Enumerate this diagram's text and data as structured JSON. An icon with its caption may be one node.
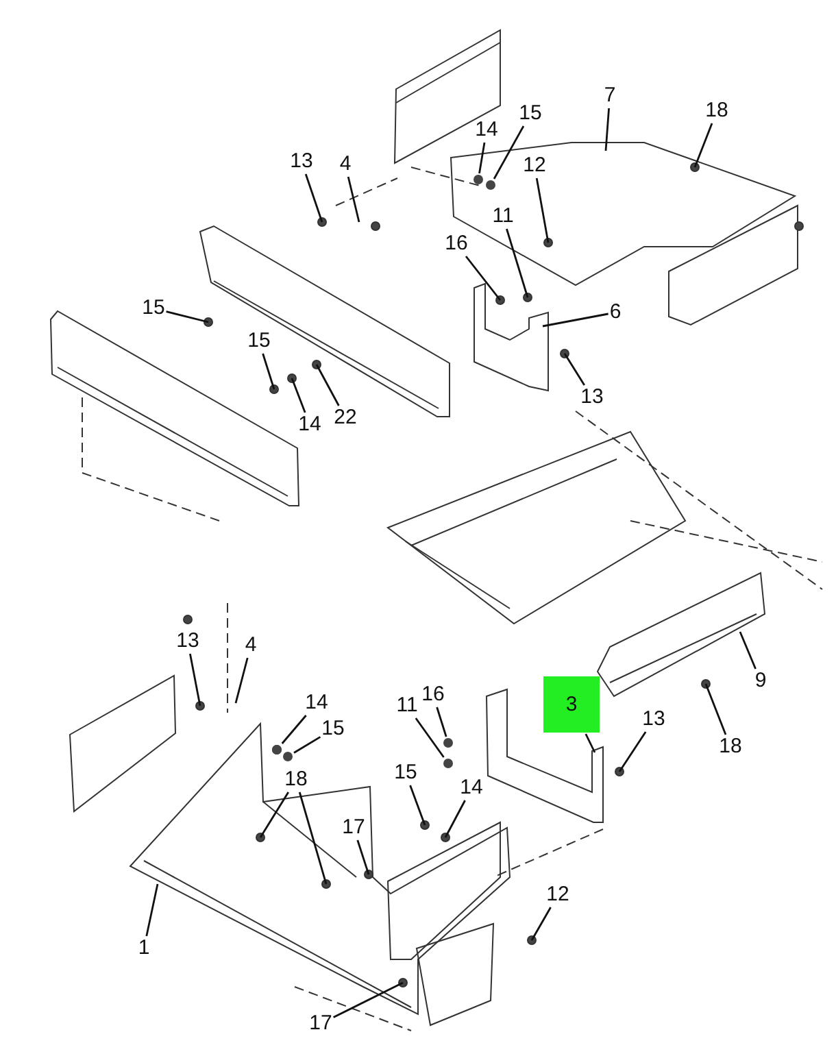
{
  "diagram": {
    "nodes": [
      {
        "text": [
          "15"
        ]
      },
      {
        "text": [
          "14"
        ]
      },
      {
        "text": [
          "7"
        ]
      },
      {
        "text": [
          "18"
        ]
      },
      {
        "text": [
          "13"
        ]
      },
      {
        "text": [
          "4"
        ]
      },
      {
        "text": [
          "12"
        ]
      },
      {
        "text": [
          "11"
        ]
      },
      {
        "text": [
          "16"
        ]
      },
      {
        "text": [
          "6"
        ]
      },
      {
        "text": [
          "15"
        ]
      },
      {
        "text": [
          "13"
        ]
      },
      {
        "text": [
          "15"
        ]
      },
      {
        "text": [
          "14"
        ]
      },
      {
        "text": [
          "22"
        ]
      },
      {
        "text": [
          "13"
        ]
      },
      {
        "text": [
          "4"
        ]
      },
      {
        "text": [
          "14"
        ]
      },
      {
        "text": [
          "15"
        ]
      },
      {
        "text": [
          "16"
        ]
      },
      {
        "text": [
          "11"
        ]
      },
      {
        "text": [
          "3"
        ]
      },
      {
        "text": [
          "13"
        ]
      },
      {
        "text": [
          "9"
        ]
      },
      {
        "text": [
          "18"
        ]
      },
      {
        "text": [
          "15"
        ]
      },
      {
        "text": [
          "14"
        ]
      },
      {
        "text": [
          "18"
        ]
      },
      {
        "text": [
          "17"
        ]
      },
      {
        "text": [
          "12"
        ]
      },
      {
        "text": [
          "1"
        ]
      },
      {
        "text": [
          "17"
        ]
      },
      {
        "text": [],
        "shape": "circle"
      },
      {
        "text": [],
        "shape": "circle"
      },
      {
        "text": [],
        "shape": "circle"
      },
      {
        "text": [],
        "shape": "circle"
      },
      {
        "text": [],
        "shape": "circle"
      },
      {
        "text": [],
        "shape": "circle"
      }
    ],
    "edges": [
      {
        "from": 0,
        "to": 32,
        "arrow": "none"
      },
      {
        "from": 1,
        "to": 33,
        "arrow": "none"
      },
      {
        "from": 2,
        "to": null,
        "arrow": "none"
      },
      {
        "from": 3,
        "to": null,
        "arrow": "none"
      },
      {
        "from": 4,
        "to": null,
        "arrow": "none"
      },
      {
        "from": 5,
        "to": null,
        "arrow": "none"
      },
      {
        "from": 6,
        "to": null,
        "arrow": "none"
      },
      {
        "from": 7,
        "to": null,
        "arrow": "none"
      },
      {
        "from": 8,
        "to": null,
        "arrow": "none"
      },
      {
        "from": 9,
        "to": null,
        "arrow": "none"
      },
      {
        "from": 10,
        "to": null,
        "arrow": "none"
      },
      {
        "from": 11,
        "to": null,
        "arrow": "none"
      },
      {
        "from": 12,
        "to": null,
        "arrow": "none"
      },
      {
        "from": 13,
        "to": null,
        "arrow": "none"
      },
      {
        "from": 14,
        "to": null,
        "arrow": "none"
      },
      {
        "from": 15,
        "to": null,
        "arrow": "none"
      },
      {
        "from": 16,
        "to": null,
        "arrow": "none"
      },
      {
        "from": 17,
        "to": 34,
        "arrow": "none"
      },
      {
        "from": 18,
        "to": 35,
        "arrow": "none"
      },
      {
        "from": 19,
        "to": 37,
        "arrow": "none"
      },
      {
        "from": 20,
        "to": 36,
        "arrow": "none"
      },
      {
        "from": 21,
        "to": null,
        "arrow": "none"
      },
      {
        "from": 22,
        "to": null,
        "arrow": "none"
      },
      {
        "from": 23,
        "to": null,
        "arrow": "none"
      },
      {
        "from": 24,
        "to": null,
        "arrow": "none"
      },
      {
        "from": 25,
        "to": null,
        "arrow": "none"
      },
      {
        "from": 26,
        "to": null,
        "arrow": "none"
      },
      {
        "from": 27,
        "to": null,
        "arrow": "none"
      },
      {
        "from": 27,
        "to": null,
        "arrow": "none"
      },
      {
        "from": 28,
        "to": null,
        "arrow": "none"
      },
      {
        "from": 29,
        "to": null,
        "arrow": "none"
      },
      {
        "from": 30,
        "to": null,
        "arrow": "none"
      },
      {
        "from": 31,
        "to": null,
        "arrow": "none"
      }
    ]
  }
}
